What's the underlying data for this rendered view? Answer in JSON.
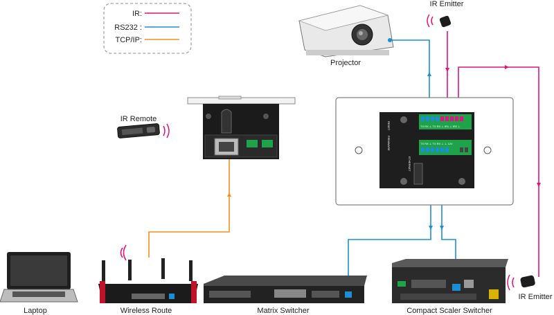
{
  "legend": {
    "items": [
      {
        "label": "IR:",
        "color": "#e0137f"
      },
      {
        "label": "RS232 :",
        "color": "#1a8fd6"
      },
      {
        "label": "TCP/IP:",
        "color": "#f0901e"
      }
    ]
  },
  "devices": {
    "projector": "Projector",
    "ir_emitter_top": "IR Emitter",
    "ir_remote": "IR Remote",
    "laptop": "Laptop",
    "router": "Wireless Route",
    "matrix_switcher": "Matrix Switcher",
    "compact_scaler": "Compact Scaler Switcher",
    "ir_emitter_right": "IR Emitter"
  },
  "panel_text": {
    "reset": "RESET",
    "firmware": "FIRMWARE",
    "ethernet": "ETHERNET",
    "tx_rx_top": "TX RX ⊥ TX RX ⊥ IR1 ⊥ IR2 ⊥",
    "tx_rx_bottom": "TX RX ⊥ TX RX ⊥ ⊥ 12V"
  },
  "colors": {
    "ir": "#e0137f",
    "rs232": "#1a8fd6",
    "tcpip": "#f0901e",
    "device_dark": "#2a2a2a",
    "terminal_green": "#1fa34a"
  }
}
